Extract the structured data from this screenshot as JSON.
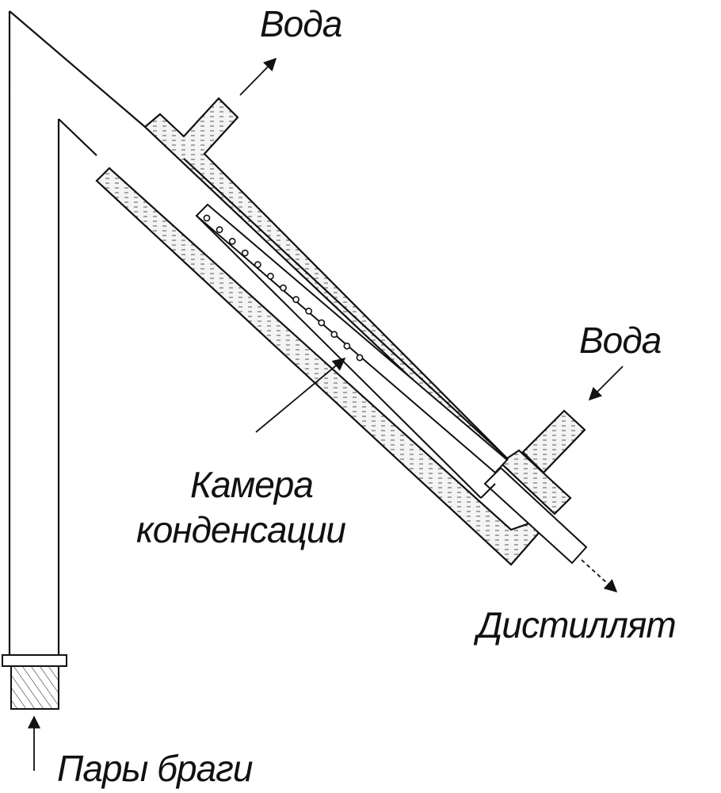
{
  "labels": {
    "water_out": "Вода",
    "water_in": "Вода",
    "chamber_line1": "Камера",
    "chamber_line2": "конденсации",
    "distillate": "Дистиллят",
    "vapor_in": "Пары браги"
  },
  "colors": {
    "stroke": "#111111",
    "water_fill": "#f4f4f4",
    "water_dash": "#444444",
    "background": "#ffffff"
  },
  "chamber_holes_count": 13
}
